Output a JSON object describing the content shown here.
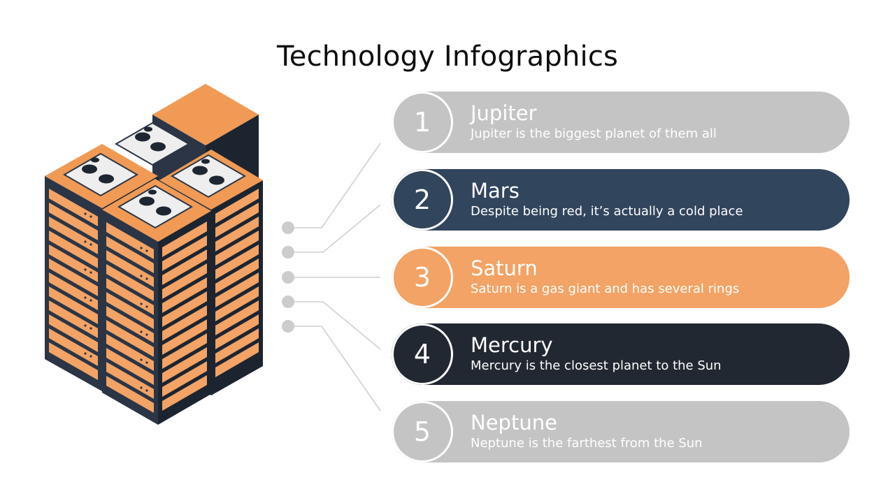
{
  "title": "Technology Infographics",
  "colors": {
    "gray": "#c4c4c4",
    "navy": "#31455c",
    "orange": "#f2a365",
    "dark": "#222831",
    "connector": "#cfcfcf"
  },
  "items": [
    {
      "number": "1",
      "title": "Jupiter",
      "description": "Jupiter is the biggest planet of them all",
      "color": "#c4c4c4"
    },
    {
      "number": "2",
      "title": "Mars",
      "description": "Despite being red, it’s actually a cold place",
      "color": "#31455c"
    },
    {
      "number": "3",
      "title": "Saturn",
      "description": "Saturn is a gas giant and has several rings",
      "color": "#f2a365"
    },
    {
      "number": "4",
      "title": "Mercury",
      "description": "Mercury is the closest planet to the Sun",
      "color": "#222831"
    },
    {
      "number": "5",
      "title": "Neptune",
      "description": "Neptune is the farthest from the Sun",
      "color": "#c4c4c4"
    }
  ],
  "illustration": {
    "icon": "server-rack-icon"
  }
}
